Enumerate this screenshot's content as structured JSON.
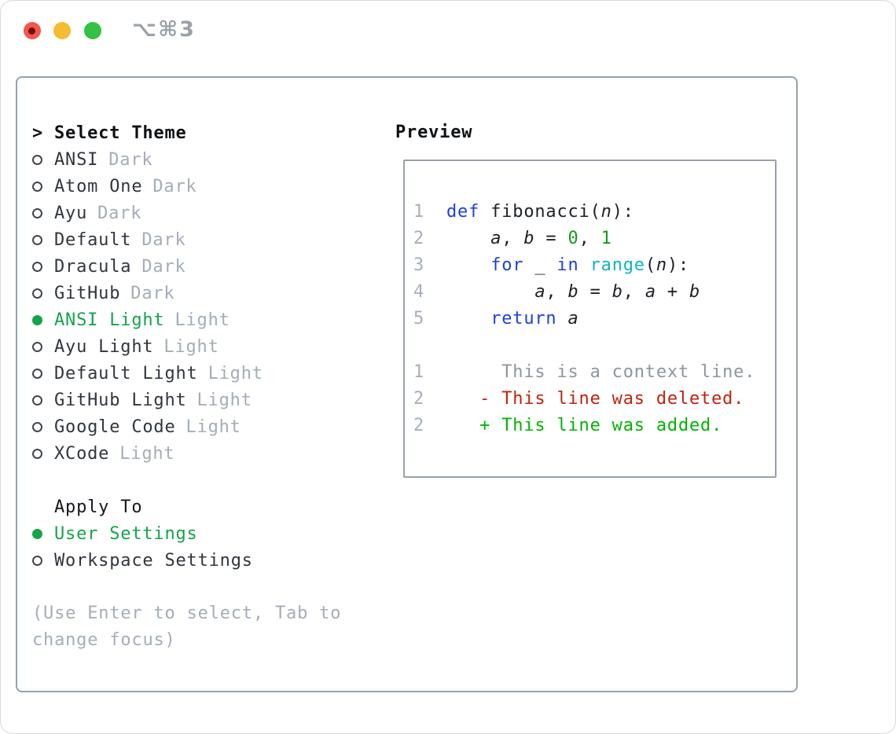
{
  "window": {
    "title": "⌥⌘3"
  },
  "colors": {
    "accent-green": "#13a44a",
    "ink": "#30363d",
    "ink-strong": "#0e1114",
    "muted": "#a4adb8",
    "border": "#98a1ac",
    "keyword-blue": "#1e3fdd",
    "function-cyan": "#0fb4c4",
    "number-green": "#189a18",
    "context-gray": "#8d969e",
    "deleted-red": "#c1220e",
    "added-green": "#00b404",
    "line-number-gray": "#a6aebb",
    "title-gray": "#99a1a9",
    "traffic-red": "#f2564c",
    "traffic-yellow": "#f5bb31",
    "traffic-green": "#35c144"
  },
  "panel": {
    "select_theme": {
      "prompt": ">",
      "label": "Select Theme"
    },
    "themes": [
      {
        "name": "ANSI",
        "variant": "Dark",
        "selected": false
      },
      {
        "name": "Atom One",
        "variant": "Dark",
        "selected": false
      },
      {
        "name": "Ayu",
        "variant": "Dark",
        "selected": false
      },
      {
        "name": "Default",
        "variant": "Dark",
        "selected": false
      },
      {
        "name": "Dracula",
        "variant": "Dark",
        "selected": false
      },
      {
        "name": "GitHub",
        "variant": "Dark",
        "selected": false
      },
      {
        "name": "ANSI Light",
        "variant": "Light",
        "selected": true
      },
      {
        "name": "Ayu Light",
        "variant": "Light",
        "selected": false
      },
      {
        "name": "Default Light",
        "variant": "Light",
        "selected": false
      },
      {
        "name": "GitHub Light",
        "variant": "Light",
        "selected": false
      },
      {
        "name": "Google Code",
        "variant": "Light",
        "selected": false
      },
      {
        "name": "XCode",
        "variant": "Light",
        "selected": false
      }
    ],
    "apply_to": {
      "label": "Apply To",
      "options": [
        {
          "name": "User Settings",
          "selected": true
        },
        {
          "name": "Workspace Settings",
          "selected": false
        }
      ]
    },
    "hint": "(Use Enter to select, Tab to change focus)"
  },
  "preview": {
    "label": "Preview",
    "lines": [
      {
        "num": "1",
        "kind": "code",
        "tokens": [
          {
            "t": "def",
            "s": "kw"
          },
          {
            "t": " fibonacci(",
            "s": "fg"
          },
          {
            "t": "n",
            "s": "var"
          },
          {
            "t": "):",
            "s": "fg"
          }
        ]
      },
      {
        "num": "2",
        "kind": "code",
        "tokens": [
          {
            "t": "    ",
            "s": "fg"
          },
          {
            "t": "a",
            "s": "var"
          },
          {
            "t": ", ",
            "s": "fg"
          },
          {
            "t": "b",
            "s": "var"
          },
          {
            "t": " = ",
            "s": "fg"
          },
          {
            "t": "0",
            "s": "num"
          },
          {
            "t": ", ",
            "s": "fg"
          },
          {
            "t": "1",
            "s": "num"
          }
        ]
      },
      {
        "num": "3",
        "kind": "code",
        "tokens": [
          {
            "t": "    ",
            "s": "fg"
          },
          {
            "t": "for",
            "s": "kw"
          },
          {
            "t": " _ ",
            "s": "fg"
          },
          {
            "t": "in",
            "s": "kw"
          },
          {
            "t": " ",
            "s": "fg"
          },
          {
            "t": "range",
            "s": "fn"
          },
          {
            "t": "(",
            "s": "fg"
          },
          {
            "t": "n",
            "s": "var"
          },
          {
            "t": "):",
            "s": "fg"
          }
        ]
      },
      {
        "num": "4",
        "kind": "code",
        "tokens": [
          {
            "t": "        ",
            "s": "fg"
          },
          {
            "t": "a",
            "s": "var"
          },
          {
            "t": ", ",
            "s": "fg"
          },
          {
            "t": "b",
            "s": "var"
          },
          {
            "t": " = ",
            "s": "fg"
          },
          {
            "t": "b",
            "s": "var"
          },
          {
            "t": ", ",
            "s": "fg"
          },
          {
            "t": "a",
            "s": "var"
          },
          {
            "t": " + ",
            "s": "fg"
          },
          {
            "t": "b",
            "s": "var"
          }
        ]
      },
      {
        "num": "5",
        "kind": "code",
        "tokens": [
          {
            "t": "    ",
            "s": "fg"
          },
          {
            "t": "return",
            "s": "kw"
          },
          {
            "t": " ",
            "s": "fg"
          },
          {
            "t": "a",
            "s": "var"
          }
        ]
      },
      {
        "num": "",
        "kind": "blank",
        "tokens": []
      },
      {
        "num": "1",
        "kind": "context",
        "tokens": [
          {
            "t": "     This is a context line.",
            "s": "ctx"
          }
        ]
      },
      {
        "num": "2",
        "kind": "deleted",
        "tokens": [
          {
            "t": "   - This line was deleted.",
            "s": "del"
          }
        ]
      },
      {
        "num": "2",
        "kind": "added",
        "tokens": [
          {
            "t": "   + This line was added.",
            "s": "add"
          }
        ]
      }
    ]
  }
}
